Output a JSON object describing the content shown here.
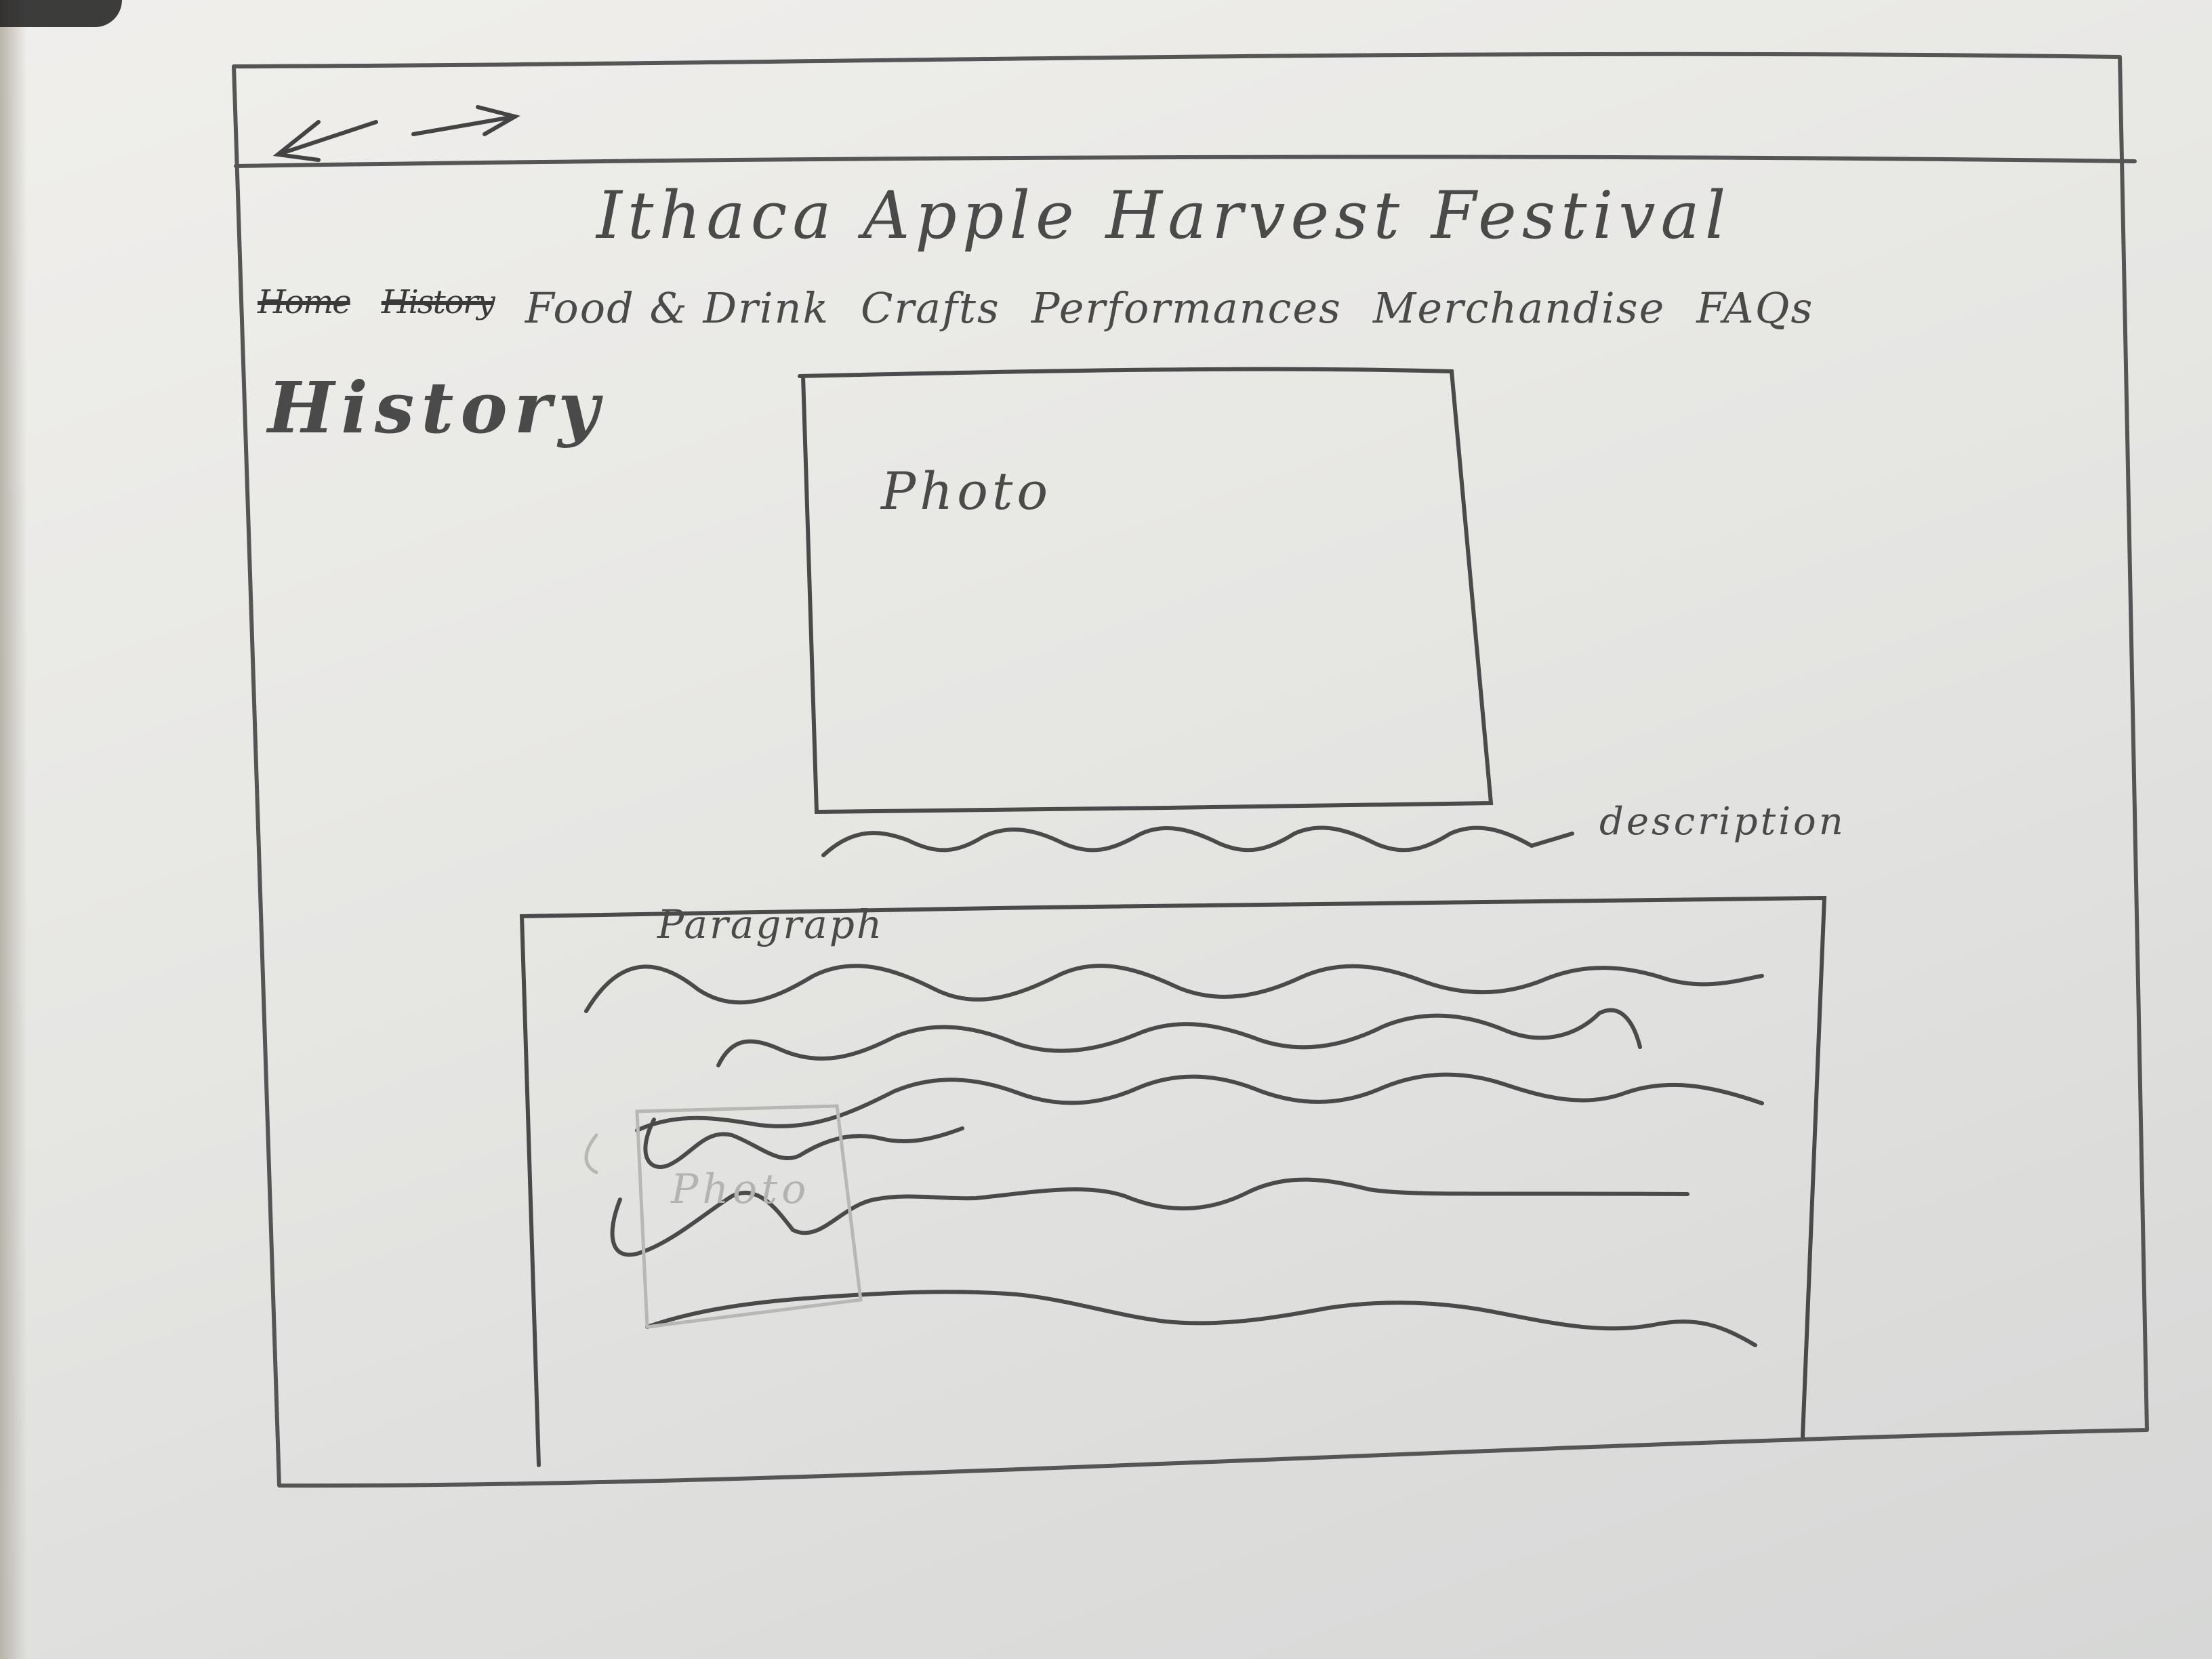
{
  "browser": {
    "back_icon": "arrow-left-icon",
    "forward_icon": "arrow-right-icon"
  },
  "header": {
    "site_title": "Ithaca Apple Harvest Festival"
  },
  "nav": {
    "items": [
      {
        "label": "Home",
        "scribbled": true
      },
      {
        "label": "History",
        "scribbled": true
      },
      {
        "label": "Food & Drink",
        "scribbled": false
      },
      {
        "label": "Crafts",
        "scribbled": false
      },
      {
        "label": "Performances",
        "scribbled": false
      },
      {
        "label": "Merchandise",
        "scribbled": false
      },
      {
        "label": "FAQs",
        "scribbled": false
      }
    ]
  },
  "main": {
    "heading": "History",
    "photo_label": "Photo",
    "description_label": "description",
    "paragraph_label": "Paragraph",
    "erased_photo_label": "Photo"
  },
  "colors": {
    "pencil": "#4a4a4a",
    "paper": "#ebeae7"
  }
}
